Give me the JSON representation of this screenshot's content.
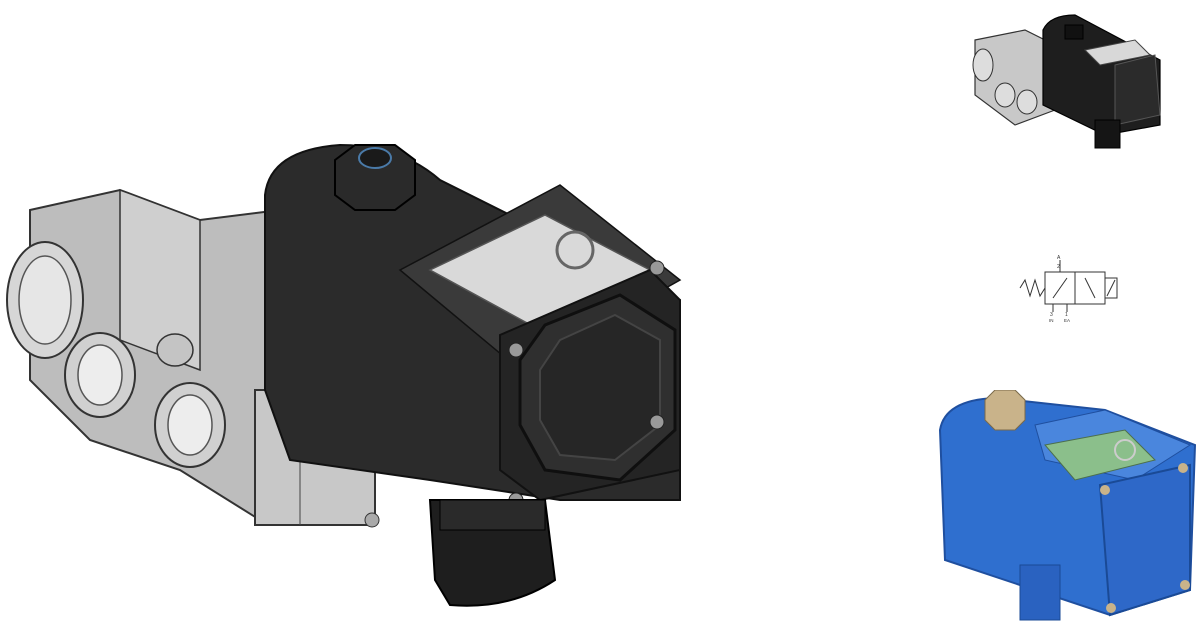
{
  "images": {
    "main_render": {
      "colors": {
        "coil": "#2b2b2b",
        "body": "#bdbdbd",
        "window": "#d9d9d9"
      }
    },
    "thumbnail_gray": {
      "colors": {
        "coil": "#1e1e1e",
        "body": "#c8c8c8"
      }
    },
    "thumbnail_blue": {
      "colors": {
        "coil": "#2f6fcf",
        "dark": "#1f4f9f",
        "label": "#8bbf8b"
      }
    }
  },
  "schematic": {
    "port_top": "A",
    "port_top_num": "2",
    "port_bottom_left": "3",
    "port_bottom_left_sub": "IN",
    "port_bottom_right": "1",
    "port_bottom_right_sub": "EA"
  }
}
